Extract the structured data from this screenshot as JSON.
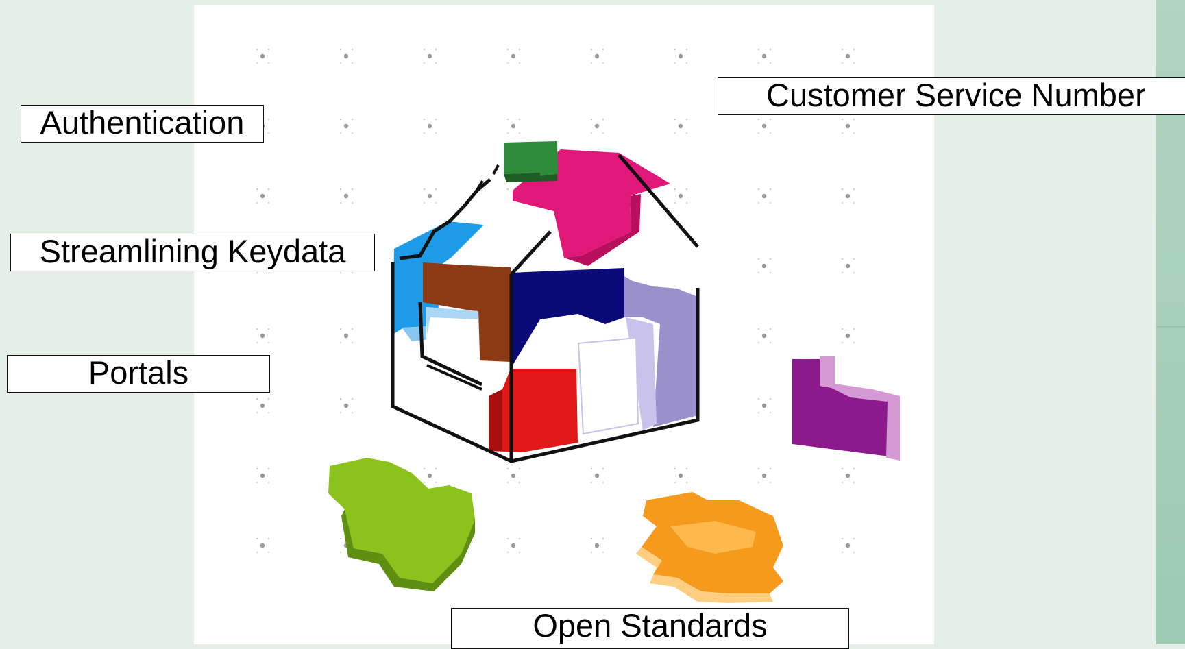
{
  "labels": {
    "authentication": "Authentication",
    "streamlining": "Streamlining Keydata",
    "portals": "Portals",
    "customer_service": "Customer Service Number",
    "open_standards": "Open Standards"
  },
  "illustration": {
    "subject": "house-of-puzzle-pieces",
    "colors": {
      "green_chimney": "#2e8b3a",
      "magenta_roof": "#e0187a",
      "blue_roof": "#1e9be8",
      "brown_wall": "#8b3a14",
      "navy_wall": "#0a0a78",
      "lavender_wall": "#9a90cc",
      "red_wall": "#e01818",
      "purple_piece": "#8c1a8c",
      "lime_piece": "#8cc21c",
      "orange_piece": "#f59a1c",
      "background": "#e4efe8",
      "panel": "#ffffff",
      "side_strip": "#a7d0bb"
    }
  }
}
